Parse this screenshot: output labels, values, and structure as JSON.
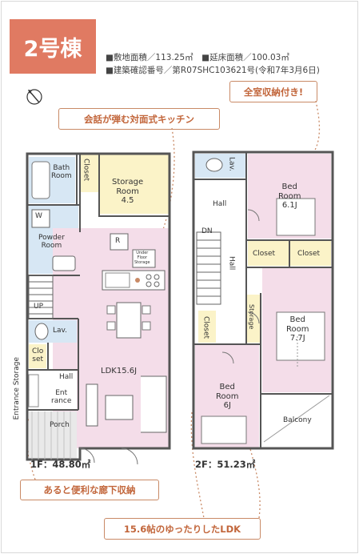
{
  "header": {
    "badge": "2号棟",
    "info_line1": "■敷地面積／113.25㎡　■延床面積／100.03㎡",
    "info_line2": "■建築確認番号／第R07SHC103621号(令和7年3月6日)"
  },
  "callouts": {
    "storage": "全室収納付き!",
    "kitchen": "会話が弾む対面式キッチン",
    "hall_storage": "あると便利な廊下収納",
    "ldk": "15.6帖のゆったりしたLDK"
  },
  "compass": "N",
  "floor1": {
    "area_label": "1F：48.80㎡",
    "rooms": {
      "bath": "Bath\nRoom",
      "closet": "Closet",
      "storage_room": "Storage\nRoom\n4.5",
      "washer": "W",
      "powder": "Powder\nRoom",
      "fridge": "R",
      "under_floor": "Under\nFloor\nStorage",
      "up": "UP",
      "lav": "Lav.",
      "closet_set": "Clo\nset",
      "hall": "Hall",
      "entrance": "Ent\nrance",
      "porch": "Porch",
      "ldk": "LDK15.6J",
      "entrance_storage": "Entrance Storage"
    }
  },
  "floor2": {
    "area_label": "2F：51.23㎡",
    "rooms": {
      "lav": "Lav.",
      "hall_top": "Hall",
      "dn": "DN",
      "hall_mid": "Hall",
      "bed1": "Bed\nRoom\n6.1J",
      "closet1": "Closet",
      "closet2": "Closet",
      "closet3": "Closet",
      "storage": "Storage",
      "bed2": "Bed\nRoom\n7.7J",
      "bed3": "Bed\nRoom\n6J",
      "balcony": "Balcony"
    }
  },
  "colors": {
    "badge": "#e07a62",
    "ldk_pink": "#f4dde9",
    "storage_yellow": "#fbf3c8",
    "wet_blue": "#d7e7f4",
    "callout_border": "#c98a66",
    "callout_text": "#c2663b"
  }
}
